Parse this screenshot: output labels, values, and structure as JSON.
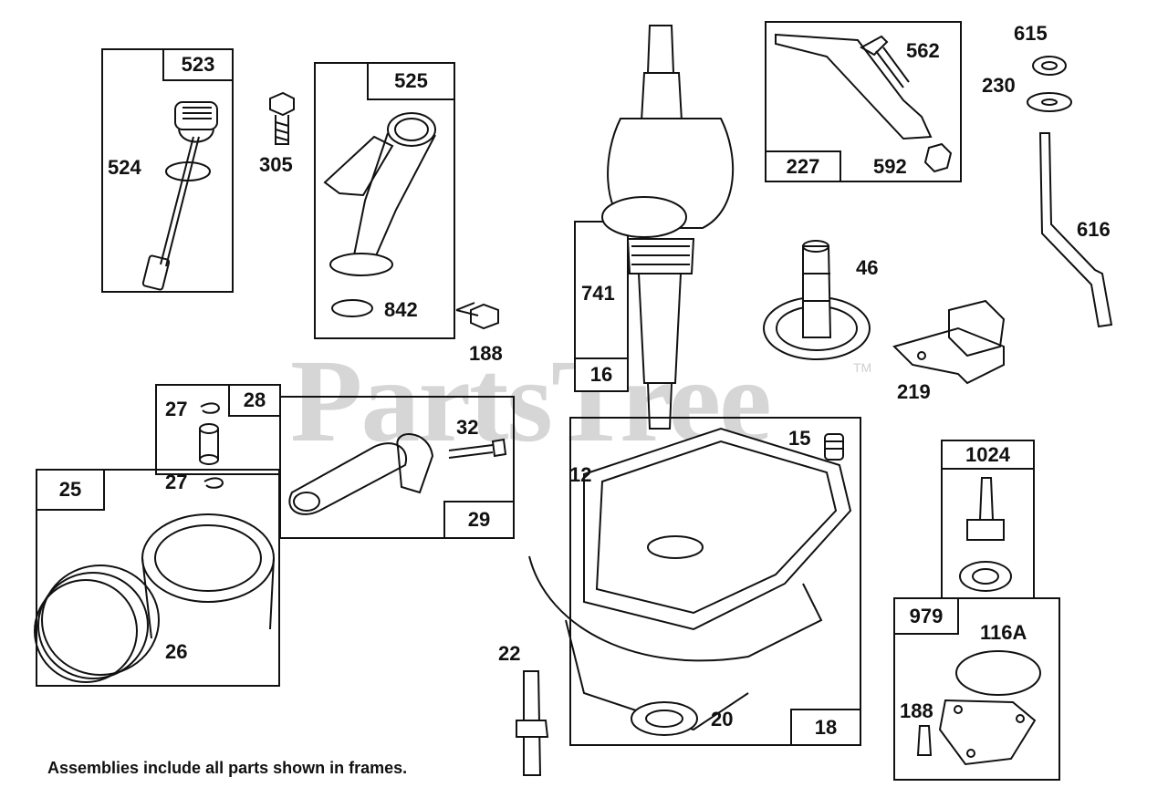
{
  "watermark": "PartsTree",
  "watermark_tm": "TM",
  "footnote": "Assemblies include all parts shown in frames.",
  "frame_tags": {
    "f523": "523",
    "f525": "525",
    "f16": "16",
    "f227": "227",
    "f28": "28",
    "f29": "29",
    "f25": "25",
    "f18": "18",
    "f1024": "1024",
    "f979": "979"
  },
  "part_labels": {
    "p524": "524",
    "p305": "305",
    "p842": "842",
    "p188a": "188",
    "p741": "741",
    "p562": "562",
    "p592": "592",
    "p615": "615",
    "p230": "230",
    "p616": "616",
    "p46": "46",
    "p219": "219",
    "p27a": "27",
    "p27b": "27",
    "p32": "32",
    "p26": "26",
    "p12": "12",
    "p15": "15",
    "p22": "22",
    "p20": "20",
    "p116A": "116A",
    "p188b": "188"
  }
}
